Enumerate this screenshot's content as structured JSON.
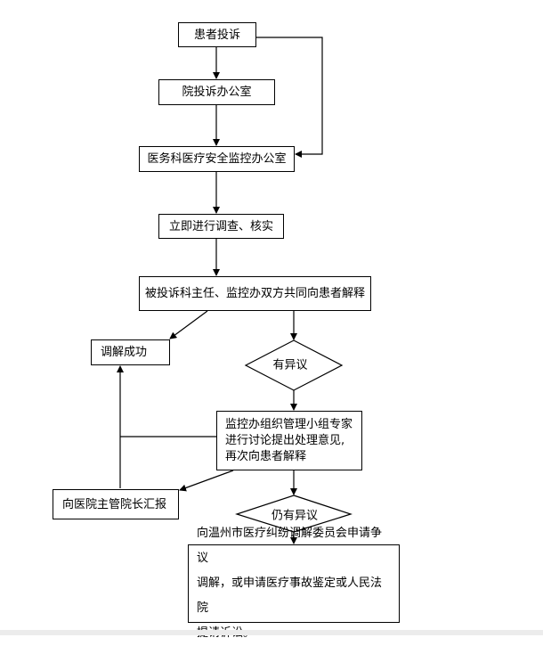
{
  "diagram": {
    "type": "flowchart",
    "nodes": {
      "patient_complaint": "患者投诉",
      "complaint_office": "院投诉办公室",
      "safety_office": "医务科医疗安全监控办公室",
      "investigate": "立即进行调查、核实",
      "joint_explain": "被投诉科主任、监控办双方共同向患者解释",
      "mediation_success": "调解成功",
      "has_objection": "有异议",
      "expert_review": {
        "lines": [
          "监控办组织管理小组专家",
          "进行讨论提出处理意见,",
          "再次向患者解释"
        ]
      },
      "report_director": "向医院主管院长汇报",
      "still_objection": "仍有异议",
      "final_step": {
        "lines": [
          "向温州市医疗纠纷调解委员会申请争议",
          "调解，或申请医疗事故鉴定或人民法院",
          "提请诉讼。"
        ]
      }
    },
    "edges": [
      {
        "from": "patient_complaint",
        "to": "complaint_office"
      },
      {
        "from": "patient_complaint",
        "to": "safety_office"
      },
      {
        "from": "complaint_office",
        "to": "safety_office"
      },
      {
        "from": "safety_office",
        "to": "investigate"
      },
      {
        "from": "investigate",
        "to": "joint_explain"
      },
      {
        "from": "joint_explain",
        "to": "mediation_success"
      },
      {
        "from": "joint_explain",
        "to": "has_objection"
      },
      {
        "from": "has_objection",
        "to": "expert_review"
      },
      {
        "from": "expert_review",
        "to": "mediation_success"
      },
      {
        "from": "expert_review",
        "to": "report_director"
      },
      {
        "from": "report_director",
        "to": "mediation_success"
      },
      {
        "from": "expert_review",
        "to": "still_objection"
      },
      {
        "from": "still_objection",
        "to": "final_step"
      }
    ]
  }
}
